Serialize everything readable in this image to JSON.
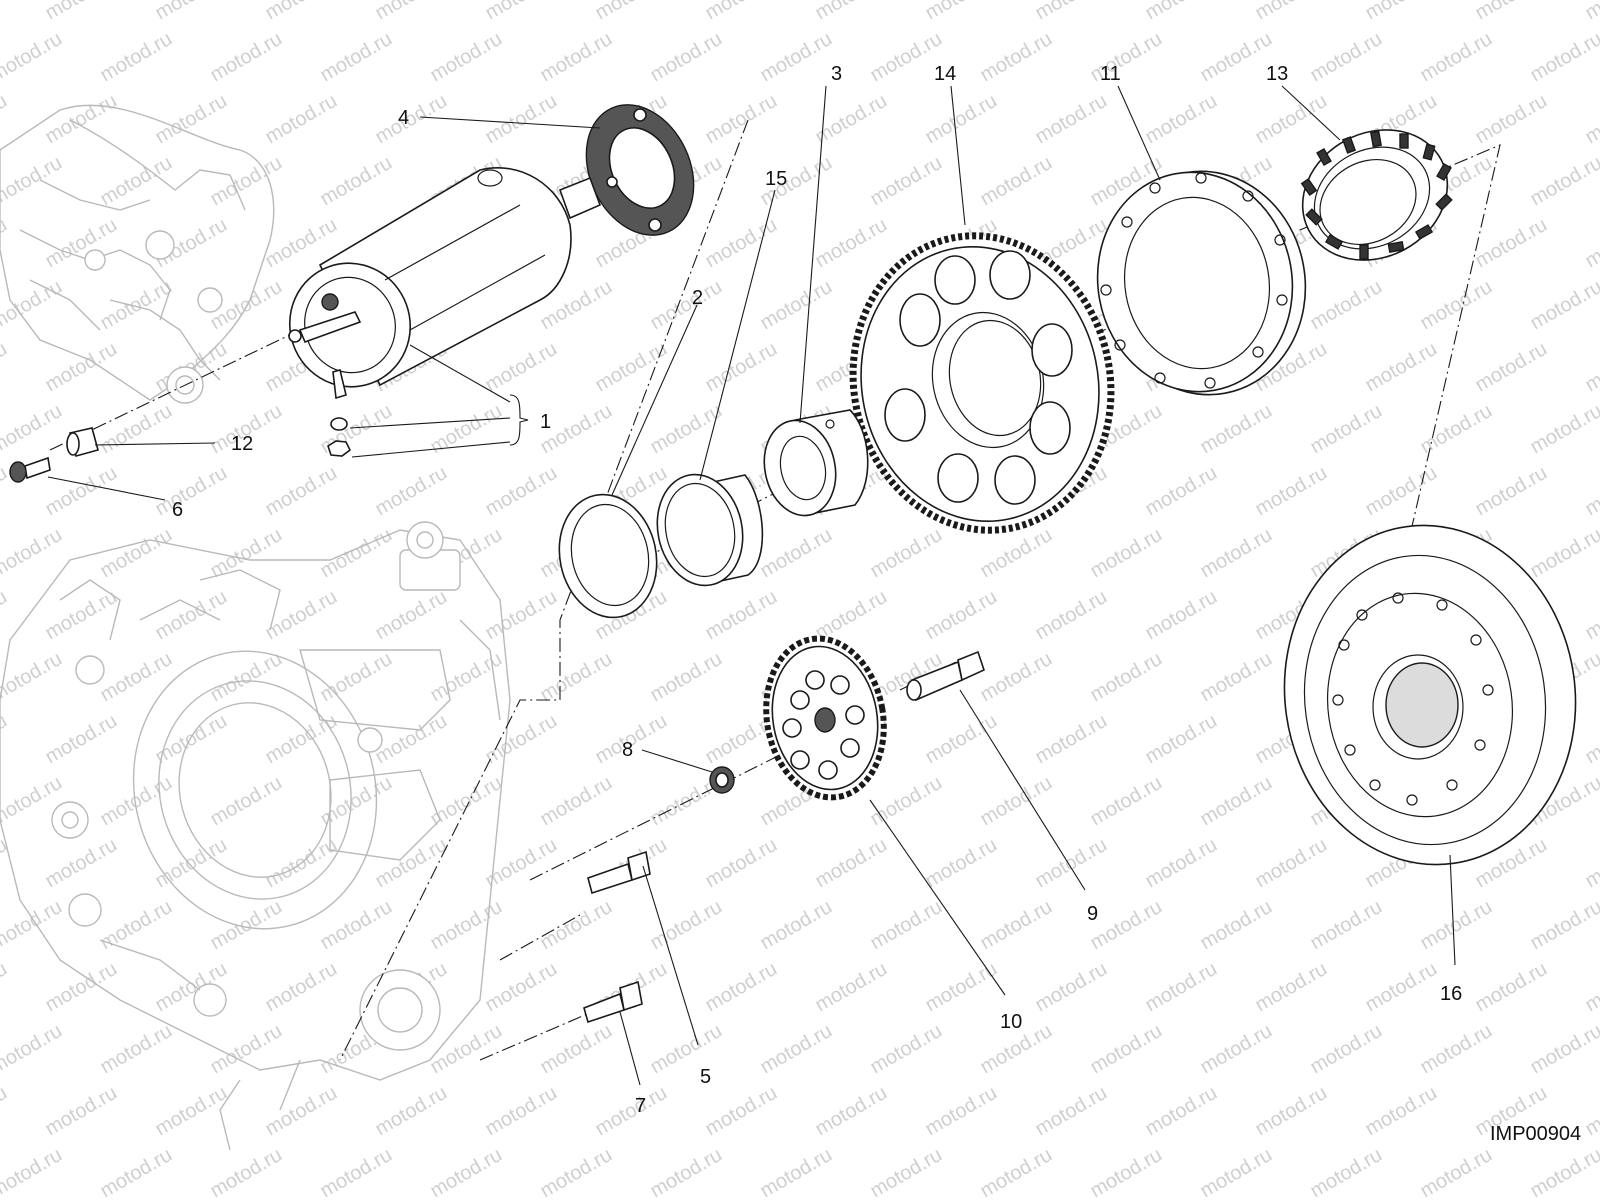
{
  "watermark": "motod.ru",
  "drawing_code": "IMP00904",
  "callouts": {
    "c1": "1",
    "c2": "2",
    "c3": "3",
    "c4": "4",
    "c5": "5",
    "c6": "6",
    "c7": "7",
    "c8": "8",
    "c9": "9",
    "c10": "10",
    "c11": "11",
    "c12": "12",
    "c13": "13",
    "c14": "14",
    "c15": "15",
    "c16": "16"
  }
}
